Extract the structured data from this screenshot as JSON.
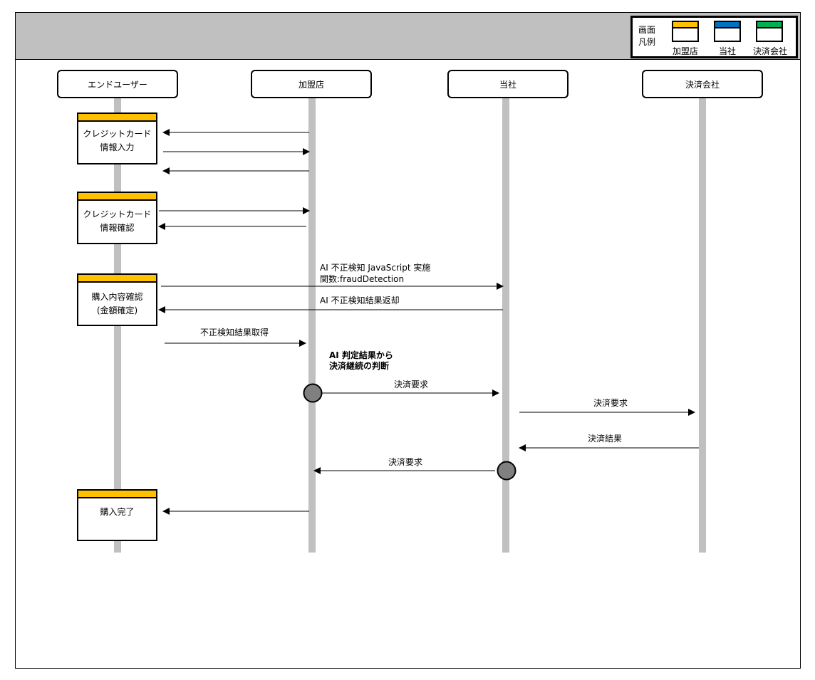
{
  "legend": {
    "title": "画面\n凡例",
    "items": [
      {
        "label": "加盟店",
        "color": "#ffc000"
      },
      {
        "label": "当社",
        "color": "#0070c0"
      },
      {
        "label": "決済会社",
        "color": "#00b050"
      }
    ]
  },
  "actors": [
    {
      "label": "エンドユーザー"
    },
    {
      "label": "加盟店"
    },
    {
      "label": "当社"
    },
    {
      "label": "決済会社"
    }
  ],
  "screens": [
    {
      "label": "クレジットカード\n情報入力"
    },
    {
      "label": "クレジットカード\n情報確認"
    },
    {
      "label": "購入内容確認\n(金額確定)"
    },
    {
      "label": "購入完了"
    }
  ],
  "messages": [
    {
      "from": "加盟店",
      "to": "エンドユーザー",
      "label": ""
    },
    {
      "from": "エンドユーザー",
      "to": "加盟店",
      "label": ""
    },
    {
      "from": "加盟店",
      "to": "エンドユーザー",
      "label": ""
    },
    {
      "from": "エンドユーザー",
      "to": "加盟店",
      "label": ""
    },
    {
      "from": "加盟店",
      "to": "エンドユーザー",
      "label": ""
    },
    {
      "from": "エンドユーザー",
      "to": "当社",
      "label": "AI 不正検知 JavaScript 実施\n関数:fraudDetection"
    },
    {
      "from": "当社",
      "to": "エンドユーザー",
      "label": "AI 不正検知結果返却"
    },
    {
      "from": "エンドユーザー",
      "to": "加盟店",
      "label": "不正検知結果取得"
    },
    {
      "from": "加盟店",
      "to": "当社",
      "label": "決済要求"
    },
    {
      "from": "当社",
      "to": "決済会社",
      "label": "決済要求"
    },
    {
      "from": "決済会社",
      "to": "当社",
      "label": "決済結果"
    },
    {
      "from": "当社",
      "to": "加盟店",
      "label": "決済要求"
    },
    {
      "from": "加盟店",
      "to": "エンドユーザー",
      "label": ""
    }
  ],
  "note": "AI 判定結果から\n決済継続の判断",
  "colors": {
    "header": "#c0c0c0",
    "lifeline": "#c0c0c0",
    "screen_bar": "#ffc000",
    "decision_dot": "#808080"
  }
}
